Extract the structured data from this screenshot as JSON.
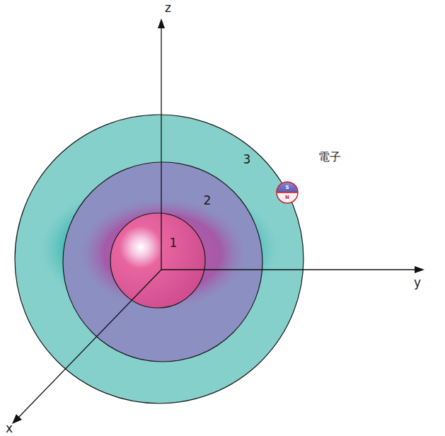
{
  "diagram": {
    "nodes": [
      {
        "text": [
          "3"
        ]
      },
      {
        "text": [
          "2"
        ],
        "in": 0
      },
      {
        "text": [
          "1"
        ],
        "in": 1
      },
      {
        "text": [
          "電子",
          "S",
          "N"
        ]
      }
    ],
    "labels": [
      "z",
      "y",
      "x"
    ]
  }
}
